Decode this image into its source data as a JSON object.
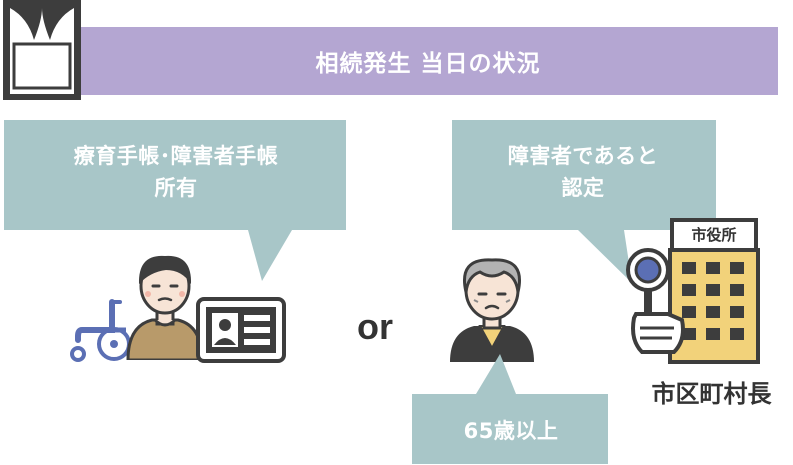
{
  "header": {
    "title": "相続発生 当日の状況"
  },
  "bubbles": {
    "left": {
      "line1": "療育手帳･障害者手帳",
      "line2": "所有"
    },
    "right": {
      "line1": "障害者であると",
      "line2": "認定"
    },
    "bottom": {
      "text": "65歳以上"
    }
  },
  "connector": {
    "or": "or"
  },
  "city_hall": {
    "sign": "市役所",
    "caption": "市区町村長"
  },
  "icons": [
    "butsudan-icon",
    "wheelchair-icon",
    "person-icon",
    "id-card-icon",
    "elderly-person-icon",
    "city-hall-building-icon",
    "stamp-icon"
  ],
  "colors": {
    "header_band": "#b4a6d2",
    "bubble": "#a8c6c8",
    "building": "#f2d27a",
    "skin": "#f7e4d6",
    "shirt": "#b89a6a",
    "wheelchair": "#5b6fb4"
  }
}
